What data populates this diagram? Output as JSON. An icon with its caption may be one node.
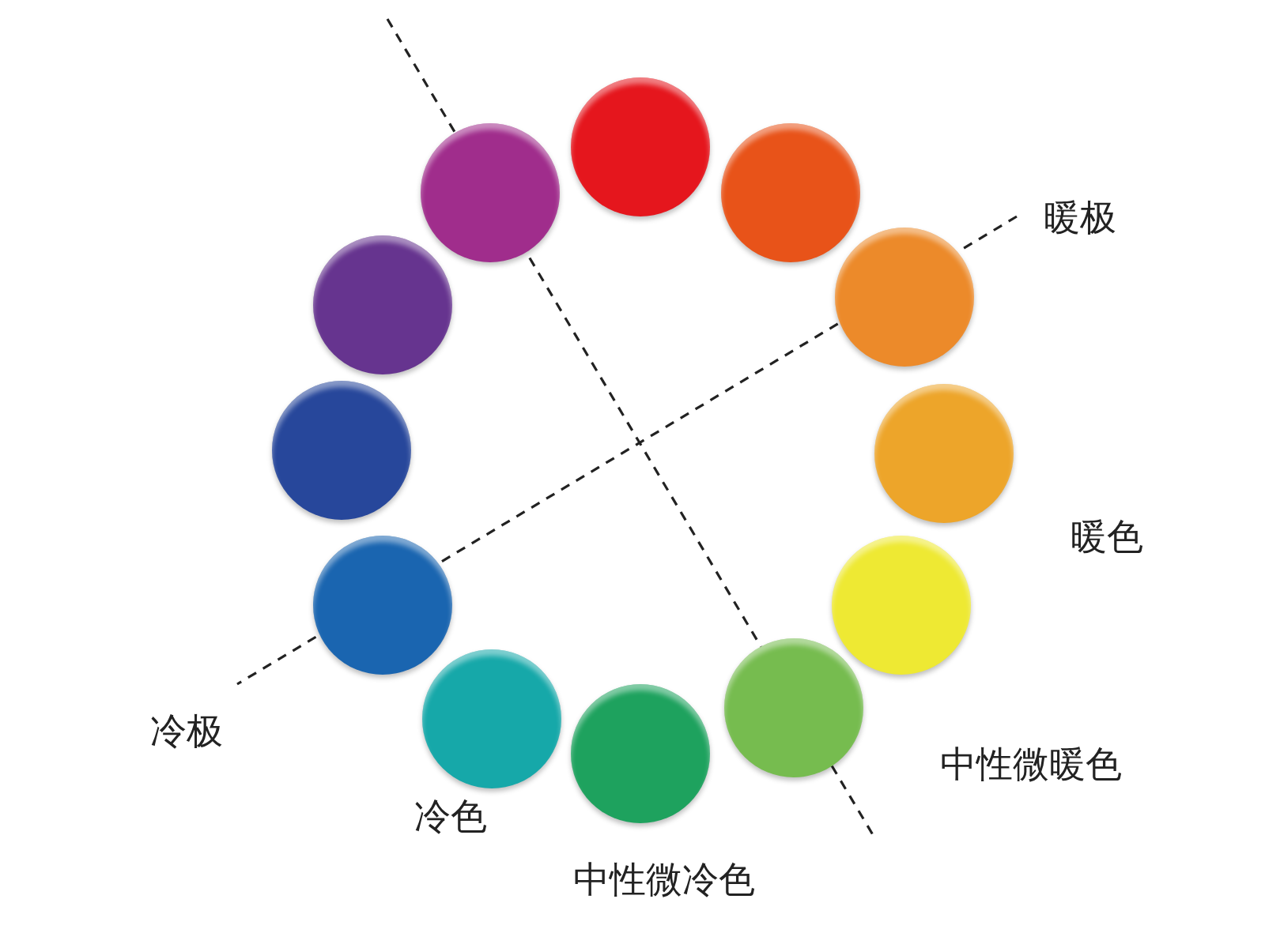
{
  "diagram": {
    "nodes": [
      {
        "text": [],
        "shape": "circle"
      },
      {
        "text": [],
        "shape": "circle"
      },
      {
        "text": [],
        "shape": "circle"
      },
      {
        "text": [],
        "shape": "circle"
      },
      {
        "text": [],
        "shape": "circle"
      },
      {
        "text": [],
        "shape": "circle"
      },
      {
        "text": [],
        "shape": "circle"
      },
      {
        "text": [],
        "shape": "circle"
      },
      {
        "text": [],
        "shape": "circle"
      },
      {
        "text": [],
        "shape": "circle"
      },
      {
        "text": [],
        "shape": "circle"
      },
      {
        "text": [],
        "shape": "circle"
      }
    ],
    "labels": [
      "暖极",
      "暖色",
      "中性微暖色",
      "中性微冷色",
      "冷色",
      "冷极"
    ]
  }
}
